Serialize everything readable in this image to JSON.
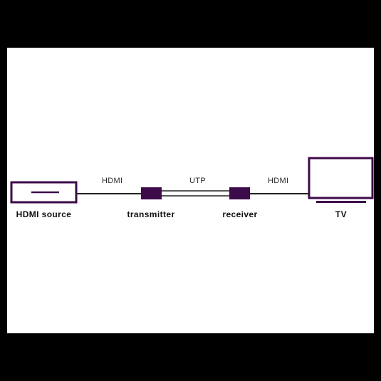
{
  "diagram": {
    "devices": {
      "source": "HDMI source",
      "transmitter": "transmitter",
      "receiver": "receiver",
      "tv": "TV"
    },
    "cables": {
      "hdmi_in": "HDMI",
      "utp": "UTP",
      "hdmi_out": "HDMI"
    }
  },
  "colors": {
    "device": "#3d0a4a",
    "cable": "#222222",
    "background": "#ffffff",
    "frame": "#000000"
  }
}
